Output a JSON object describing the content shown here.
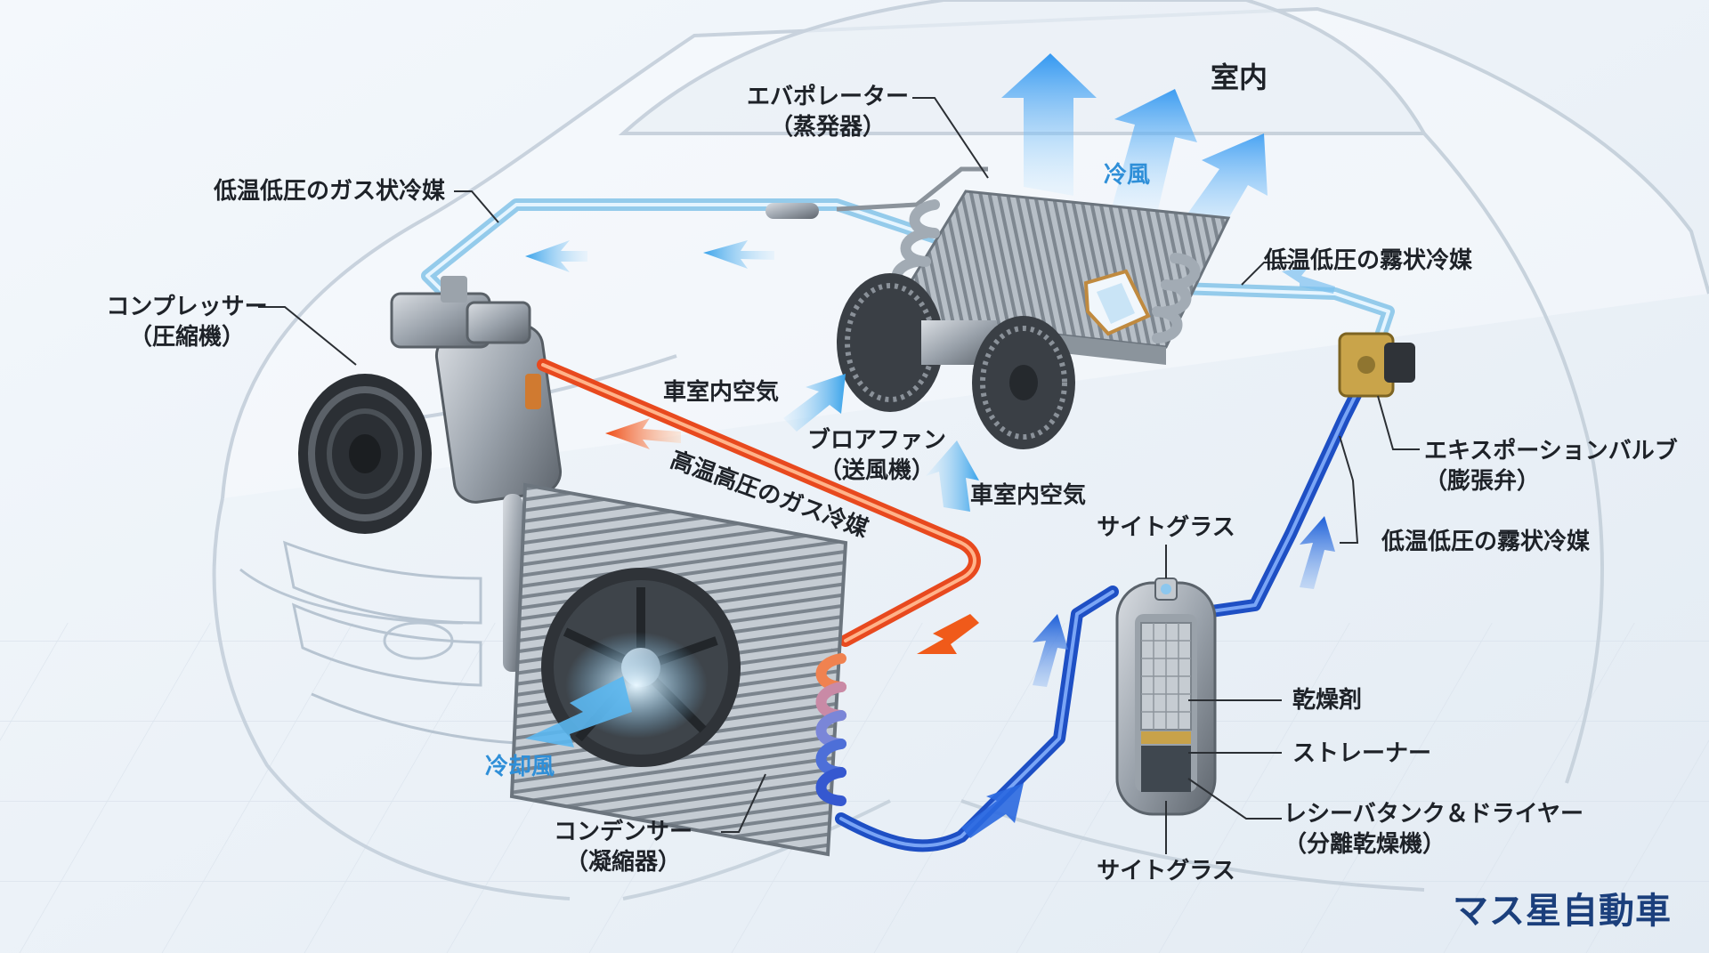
{
  "labels": {
    "cabin": "室内",
    "evaporator": "エバポレーター",
    "evaporator_sub": "（蒸発器）",
    "cold_air": "冷風",
    "low_gas": "低温低圧のガス状冷媒",
    "low_mist_top": "低温低圧の霧状冷媒",
    "compressor": "コンプレッサー",
    "compressor_sub": "（圧縮機）",
    "cabin_air_1": "車室内空気",
    "blower": "ブロアファン",
    "blower_sub": "（送風機）",
    "cabin_air_2": "車室内空気",
    "high_gas": "高温高圧のガス冷媒",
    "expansion_valve": "エキスポーションバルブ",
    "expansion_valve_sub": "（膨張弁）",
    "low_mist_bottom": "低温低圧の霧状冷媒",
    "sight_glass_top": "サイトグラス",
    "desiccant": "乾燥剤",
    "strainer": "ストレーナー",
    "receiver": "レシーバタンク＆ドライヤー",
    "receiver_sub": "（分離乾燥機）",
    "sight_glass_bottom": "サイトグラス",
    "condenser": "コンデンサー",
    "condenser_sub": "（凝縮器）",
    "cooling_air": "冷却風"
  },
  "brand": "マス星自動車",
  "colors": {
    "low_pressure_line": "#8ec8ea",
    "high_pressure_gas_line": "#e8491e",
    "high_pressure_liquid_line": "#1e4fc4",
    "cold_air_arrow": "#3ea7ee",
    "hot_arrow": "#f05a1a",
    "brand": "#1b3f7c"
  }
}
